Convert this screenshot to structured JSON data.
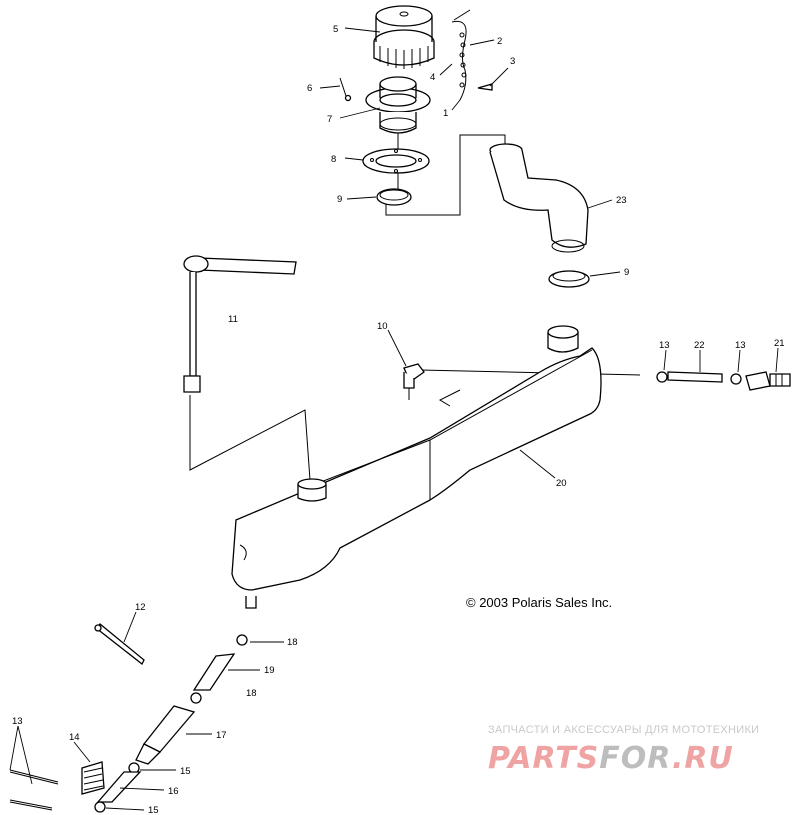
{
  "diagram": {
    "copyright": "© 2003 Polaris Sales Inc.",
    "callouts": {
      "c1": "1",
      "c2": "2",
      "c3": "3",
      "c4": "4",
      "c5": "5",
      "c6": "6",
      "c7": "7",
      "c8": "8",
      "c9a": "9",
      "c9b": "9",
      "c10": "10",
      "c11": "11",
      "c12": "12",
      "c13a": "13",
      "c13b": "13",
      "c13c": "13",
      "c14": "14",
      "c15a": "15",
      "c15b": "15",
      "c16": "16",
      "c17": "17",
      "c18a": "18",
      "c18b": "18",
      "c19": "19",
      "c20": "20",
      "c21": "21",
      "c22": "22",
      "c23": "23"
    }
  },
  "watermark": {
    "tagline": "ЗАПЧАСТИ И АКСЕССУАРЫ ДЛЯ МОТОТЕХНИКИ",
    "brand_red": "PARTS",
    "brand_gray": "FOR",
    "brand_tail": ".RU",
    "colors": {
      "red": "#f0a3a3",
      "gray": "#bdbdbd"
    }
  }
}
